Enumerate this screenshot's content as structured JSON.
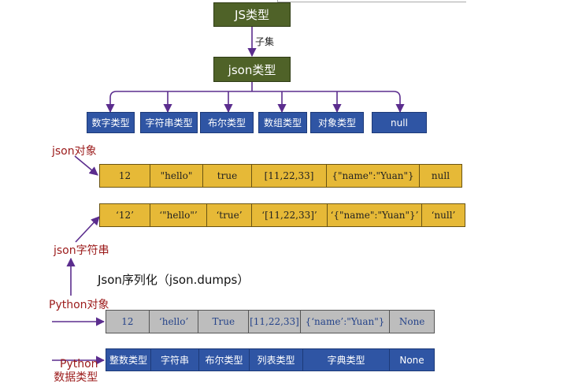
{
  "nodes": {
    "js_type": "JS类型",
    "subset_label": "子集",
    "json_type": "json类型"
  },
  "json_types": [
    "数字类型",
    "字符串类型",
    "布尔类型",
    "数组类型",
    "对象类型",
    "null"
  ],
  "labels": {
    "json_object": "json对象",
    "json_string": "json字符串",
    "serialization": "Json序列化（json.dumps）",
    "python_object": "Python对象",
    "python_types_line1": "Python",
    "python_types_line2": "数据类型"
  },
  "json_object_row": [
    "12",
    "\"hello\"",
    "true",
    "[11,22,33]",
    "{\"name\":\"Yuan\"}",
    "null"
  ],
  "json_string_row": [
    "‘12’",
    "‘\"hello\"’",
    "‘true’",
    "‘[11,22,33]’",
    "‘{\"name\":\"Yuan\"}’",
    "‘null’"
  ],
  "python_object_row": [
    "12",
    "‘hello’",
    "True",
    "[11,22,33]",
    "{‘name’:\"Yuan\"}",
    "None"
  ],
  "python_type_row": [
    "整数类型",
    "字符串",
    "布尔类型",
    "列表类型",
    "字典类型",
    "None"
  ],
  "colors": {
    "green": "#4f6228",
    "blue": "#2f55a4",
    "yellow": "#e6b937",
    "gray": "#bdbdbd",
    "arrow": "#5b2d8e",
    "label_red": "#9b1a1a"
  }
}
